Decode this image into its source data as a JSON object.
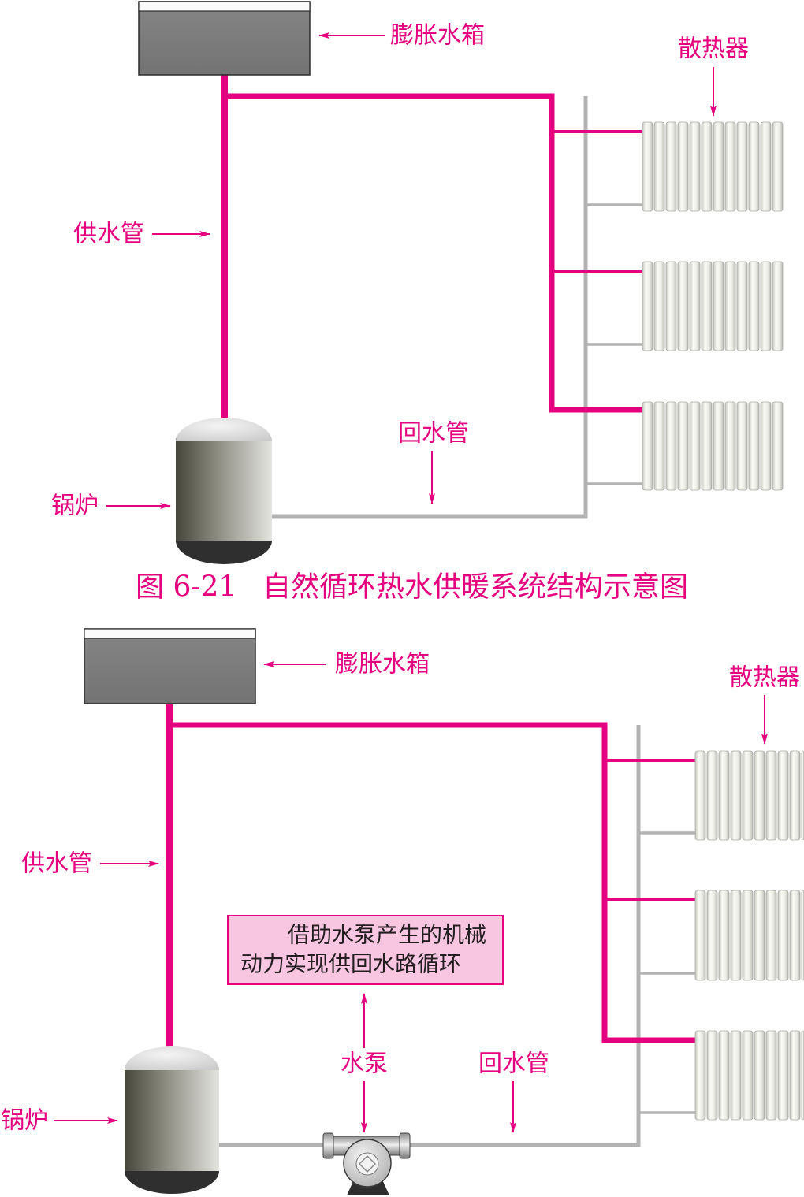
{
  "colors": {
    "supply_pipe": "#e5007f",
    "return_pipe": "#b3b3b3",
    "label_text": "#e4007f",
    "note_fill": "#f8c6e1",
    "note_text": "#231f20"
  },
  "natural_circulation": {
    "expansion_tank_label": "膨胀水箱",
    "radiator_label": "散热器",
    "supply_pipe_label": "供水管",
    "return_pipe_label": "回水管",
    "boiler_label": "锅炉"
  },
  "caption": {
    "number": "图 6-21",
    "title": "自然循环热水供暖系统结构示意图"
  },
  "forced_circulation": {
    "expansion_tank_label": "膨胀水箱",
    "radiator_label": "散热器",
    "supply_pipe_label": "供水管",
    "return_pipe_label": "回水管",
    "boiler_label": "锅炉",
    "pump_label": "水泵",
    "note": {
      "line1": "借助水泵产生的机械",
      "line2": "动力实现供回水路循环"
    }
  }
}
